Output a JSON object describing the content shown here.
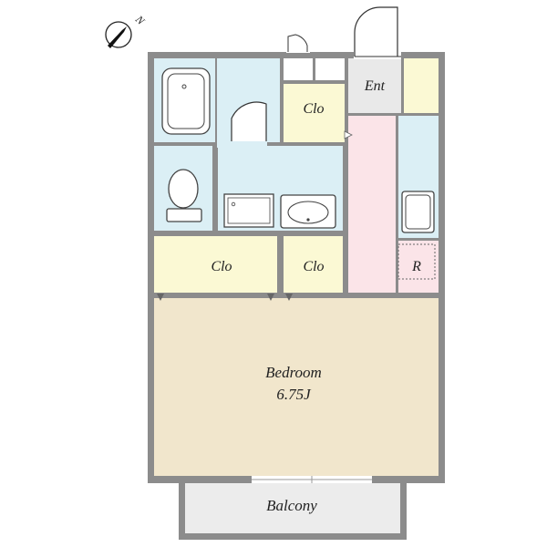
{
  "compass": {
    "north_label": "N"
  },
  "rooms": {
    "closet_top": "Clo",
    "entrance": "Ent",
    "closet_mid_left": "Clo",
    "closet_mid_right": "Clo",
    "refrigerator": "R",
    "bedroom": {
      "name": "Bedroom",
      "size": "6.75J"
    },
    "balcony": "Balcony"
  },
  "colors": {
    "wall": "#8c8c8c",
    "wet_area": "#dbeff5",
    "closet": "#fbf9d4",
    "kitchen_floor": "#fbe4e8",
    "bedroom": "#f1e6cc",
    "entrance": "#e9e9e9",
    "balcony": "#ececec"
  }
}
